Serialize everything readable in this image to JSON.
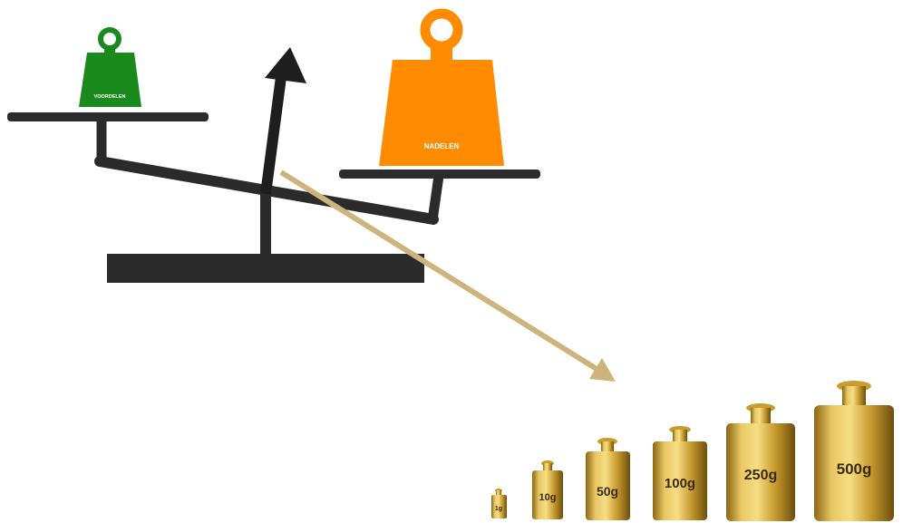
{
  "balance": {
    "left_weight": {
      "label": "VOORDELEN",
      "color": "#1a8a1e"
    },
    "right_weight": {
      "label": "NADELEN",
      "color": "#ff8c00"
    },
    "beam_color": "#2b2b2b",
    "arrow_color": "#1e1e1e"
  },
  "pointer_arrow": {
    "color": "#cdb47a"
  },
  "weights": {
    "items": [
      {
        "label": "1g"
      },
      {
        "label": "10g"
      },
      {
        "label": "50g"
      },
      {
        "label": "100g"
      },
      {
        "label": "250g"
      },
      {
        "label": "500g"
      }
    ],
    "gold_light": "#f6dd84",
    "gold_mid": "#d9b44a",
    "gold_dark": "#8a6614",
    "text_color": "#3b2a05"
  }
}
